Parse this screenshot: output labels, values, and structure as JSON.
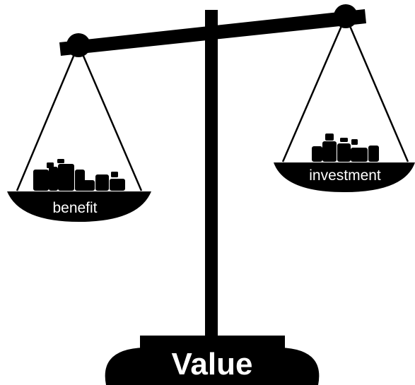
{
  "diagram": {
    "left_pan_label": "benefit",
    "right_pan_label": "investment",
    "base_label": "Value",
    "colors": {
      "ink": "#000000",
      "label": "#ffffff",
      "background": "#ffffff"
    }
  }
}
